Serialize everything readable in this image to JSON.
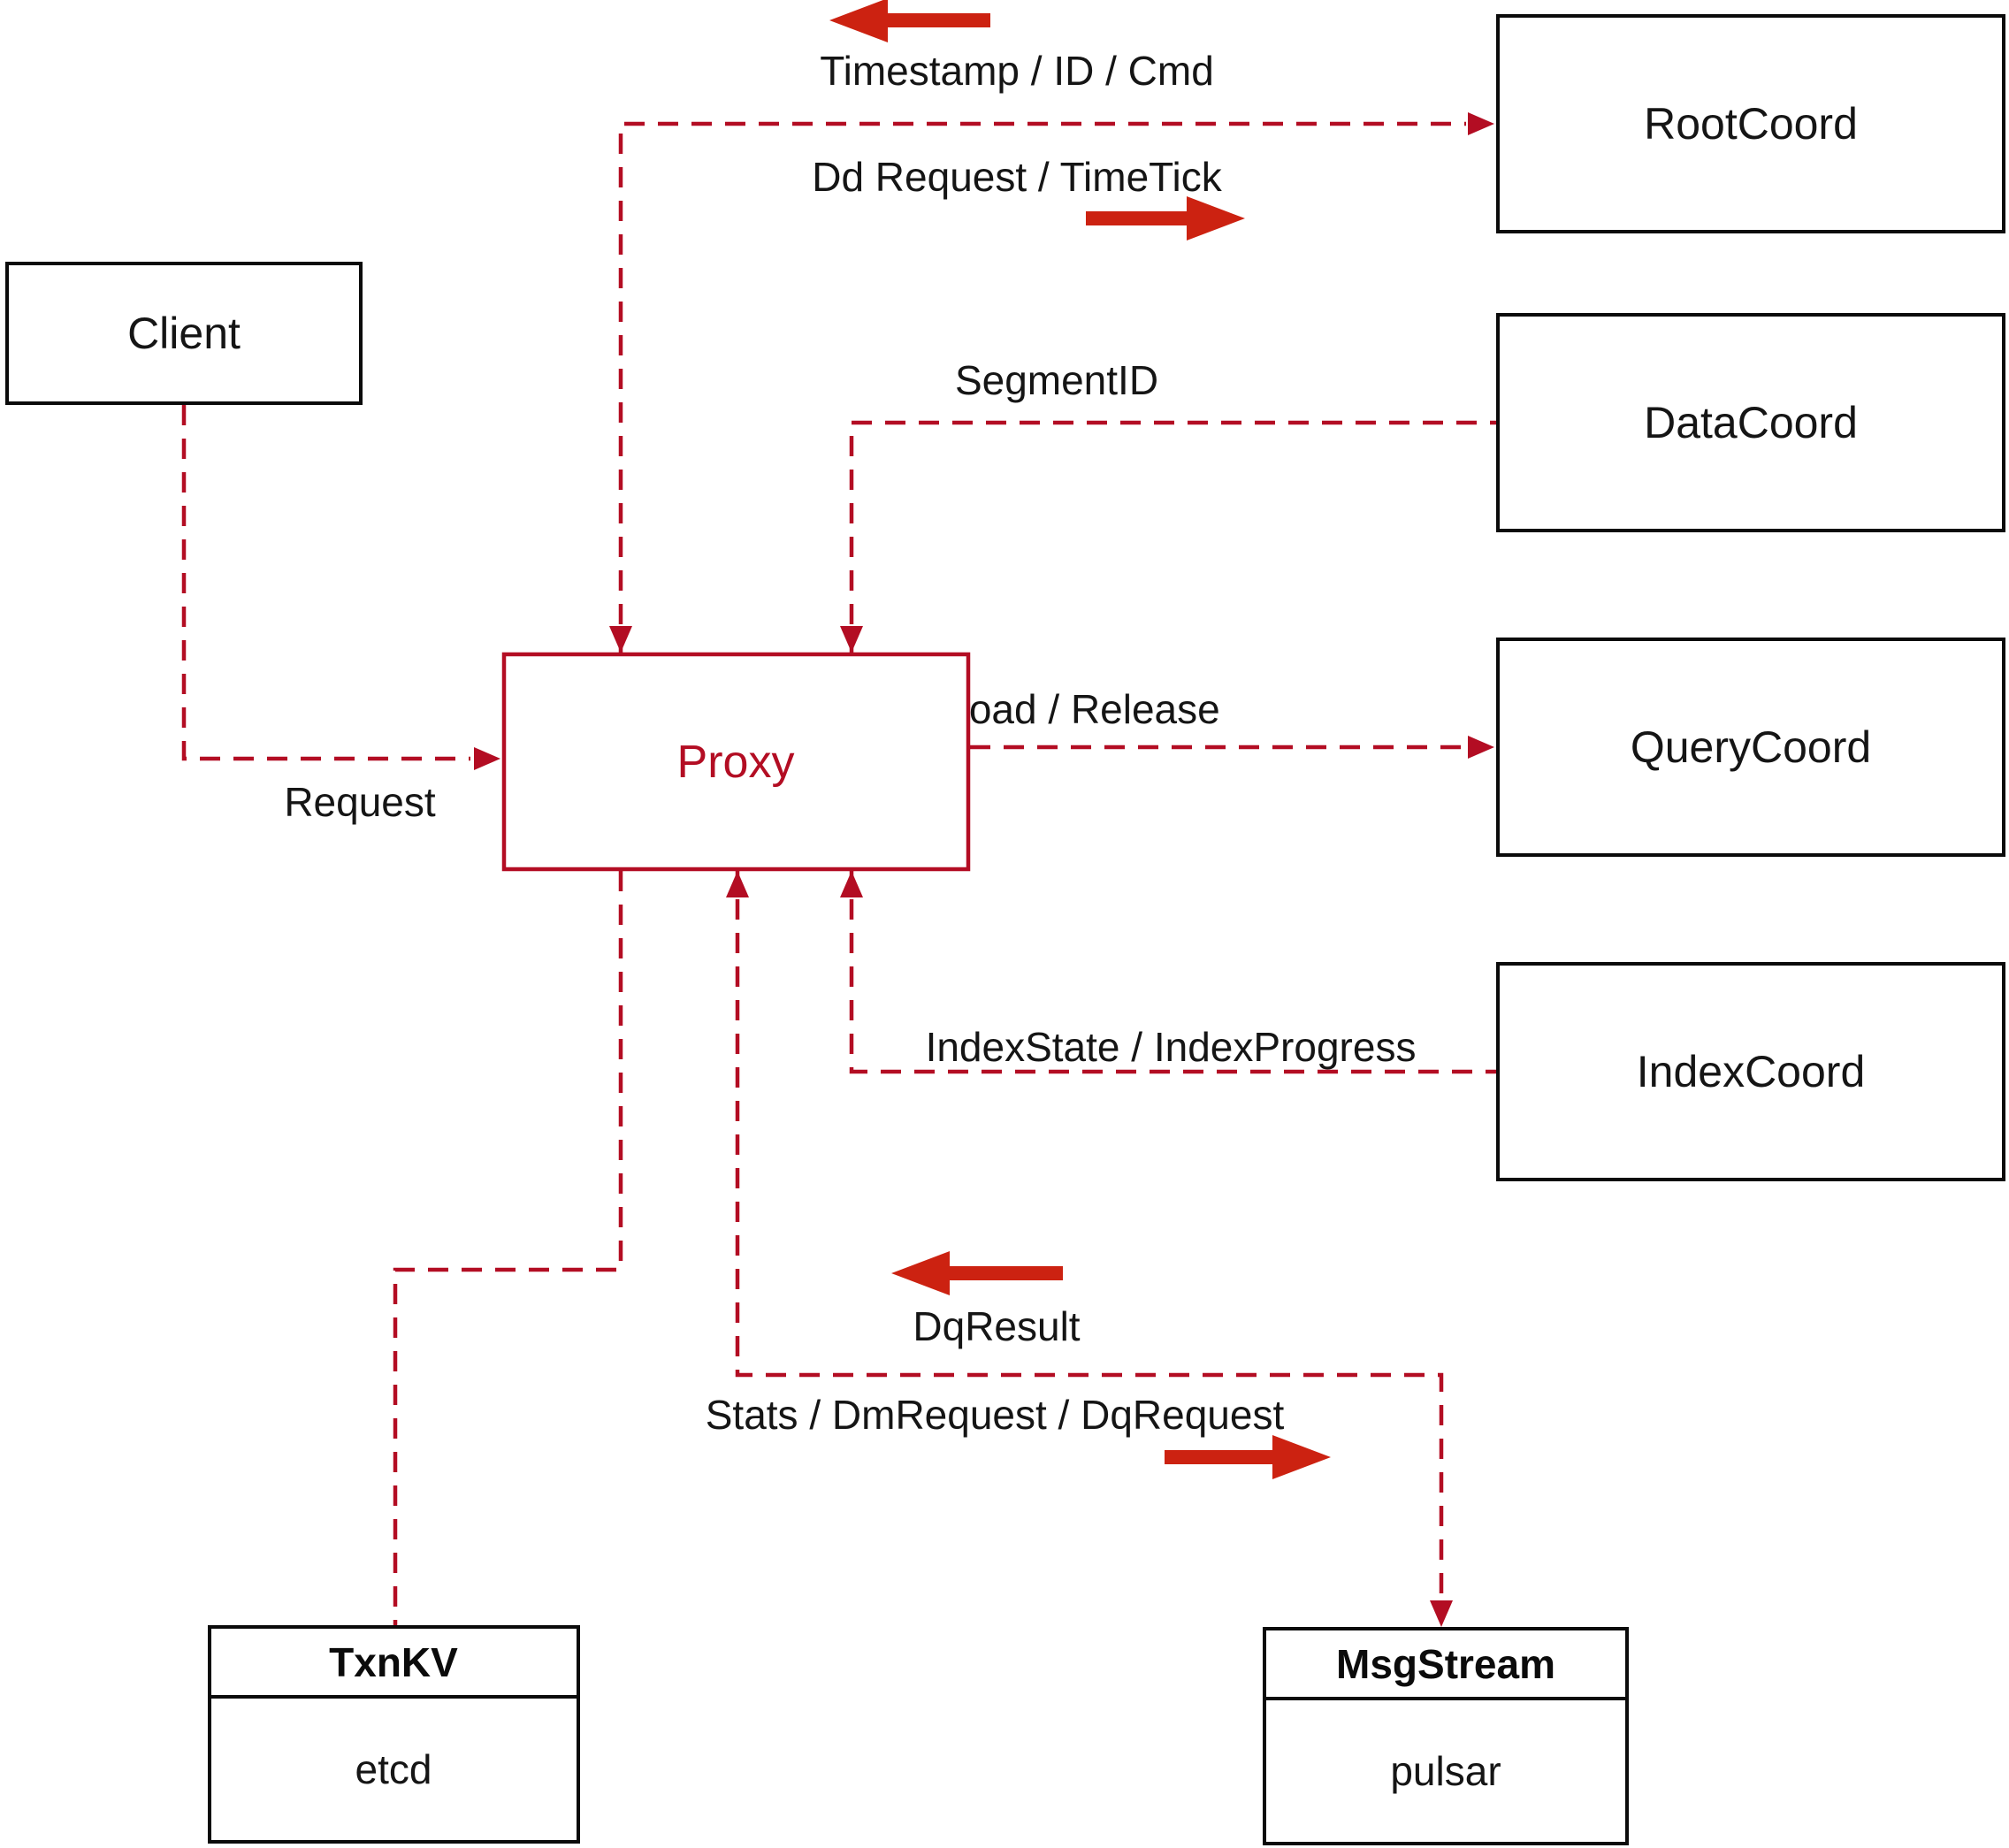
{
  "colors": {
    "connector": "#b30d23",
    "direction_arrow": "#cc2211",
    "box_border": "#0b0b0b",
    "proxy_accent": "#b30d23",
    "text": "#151515",
    "background": "#ffffff"
  },
  "nodes": {
    "client": {
      "label": "Client"
    },
    "proxy": {
      "label": "Proxy"
    },
    "root_coord": {
      "label": "RootCoord"
    },
    "data_coord": {
      "label": "DataCoord"
    },
    "query_coord": {
      "label": "QueryCoord"
    },
    "index_coord": {
      "label": "IndexCoord"
    },
    "txn_kv": {
      "title": "TxnKV",
      "subtitle": "etcd"
    },
    "msg_stream": {
      "title": "MsgStream",
      "subtitle": "pulsar"
    }
  },
  "edges": {
    "client_proxy": {
      "label": "Request"
    },
    "proxy_rootcoord": {
      "label_return": "Timestamp / ID / Cmd",
      "label_send": "Dd Request / TimeTick"
    },
    "datacoord_proxy": {
      "label": "SegmentID"
    },
    "proxy_querycoord": {
      "label": "Load / Release"
    },
    "indexcoord_proxy": {
      "label": "IndexState / IndexProgress"
    },
    "proxy_msgstream": {
      "label_return": "DqResult",
      "label_send": "Stats / DmRequest / DqRequest"
    }
  }
}
